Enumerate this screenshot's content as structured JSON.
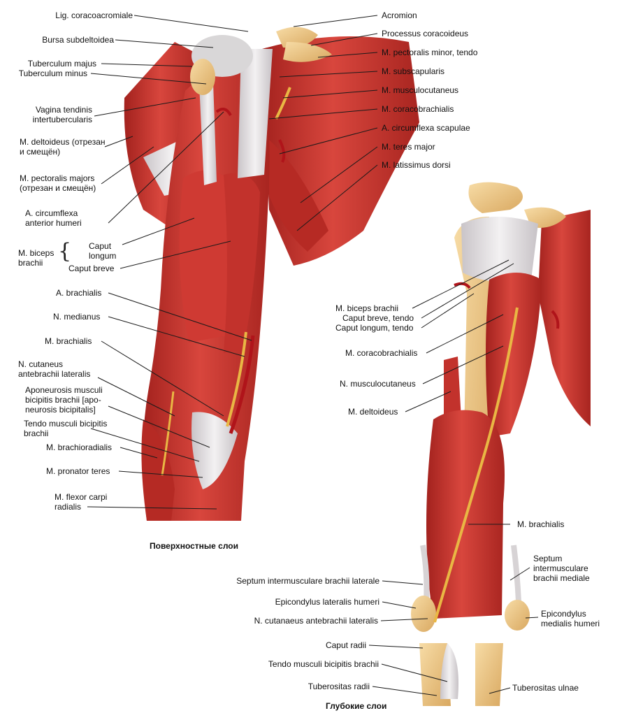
{
  "superficial": {
    "caption": "Поверхностные слои",
    "labels": {
      "lig_coracoacromiale": "Lig. coracoacromiale",
      "bursa_subdeltoidea": "Bursa subdeltoidea",
      "tuberculum_majus": "Tuberculum majus",
      "tuberculum_minus": "Tuberculum minus",
      "vagina_1": "Vagina tendinis",
      "vagina_2": "intertubercularis",
      "deltoideus_1": "M. deltoideus (отрезан",
      "deltoideus_2": "и смещён)",
      "pectoralis_1": "M. pectoralis majors",
      "pectoralis_2": "(отрезан и смещён)",
      "circumflexa_ant_1": "A. circumflexa",
      "circumflexa_ant_2": "anterior humeri",
      "biceps_1": "M. biceps",
      "biceps_2": "brachii",
      "caput_longum_1": "Caput",
      "caput_longum_2": "longum",
      "caput_breve": "Caput breve",
      "a_brachialis": "A. brachialis",
      "n_medianus": "N. medianus",
      "m_brachialis": "M. brachialis",
      "n_cutaneus_1": "N. cutaneus",
      "n_cutaneus_2": "antebrachii lateralis",
      "aponeurosis_1": "Aponeurosis  musculi",
      "aponeurosis_2": "bicipitis brachii [apo-",
      "aponeurosis_3": "neurosis bicipitalis]",
      "tendo_biceps_1": "Tendo musculi bicipitis",
      "tendo_biceps_2": "brachii",
      "brachioradialis": "M. brachioradialis",
      "pronator_teres": "M. pronator teres",
      "flexor_carpi_1": "M. flexor carpi",
      "flexor_carpi_2": "radialis",
      "acromion": "Acromion",
      "processus_coracoideus": "Processus coracoideus",
      "pectoralis_minor": "M. pectoralis minor, tendo",
      "subscapularis": "M. subscapularis",
      "musculocutaneus": "M. musculocutaneus",
      "coracobrachialis": "M. coracobrachialis",
      "circumflexa_scapulae": "A. circumflexa scapulae",
      "teres_major": "M. teres major",
      "latissimus_dorsi": "M. latissimus dorsi"
    }
  },
  "deep": {
    "caption": "Глубокие слои",
    "labels": {
      "biceps_brachii": "M. biceps brachii",
      "caput_breve_tendo": "Caput breve, tendo",
      "caput_longum_tendo": "Caput longum, tendo",
      "coracobrachialis": "M. coracobrachialis",
      "n_musculocutaneus": "N. musculocutaneus",
      "deltoideus": "M. deltoideus",
      "brachialis": "M. brachialis",
      "septum_med_1": "Septum",
      "septum_med_2": "intermusculare",
      "septum_med_3": "brachii mediale",
      "septum_lat": "Septum intermusculare brachii laterale",
      "epicondylus_lat": "Epicondylus lateralis humeri",
      "n_cutanaeus": "N. cutanaeus antebrachii lateralis",
      "epicondylus_med_1": "Epicondylus",
      "epicondylus_med_2": "medialis humeri",
      "caput_radii": "Caput radii",
      "tendo_biceps": "Tendo musculi bicipitis brachii",
      "tuberositas_radii": "Tuberositas radii",
      "tuberositas_ulnae": "Tuberositas ulnae"
    }
  },
  "colors": {
    "muscle": "#c8302a",
    "muscle_dark": "#9e1f1c",
    "muscle_light": "#e0574c",
    "tendon": "#e8e4e6",
    "bone": "#f0c98a",
    "nerve": "#e9b744",
    "artery": "#b0141a"
  }
}
